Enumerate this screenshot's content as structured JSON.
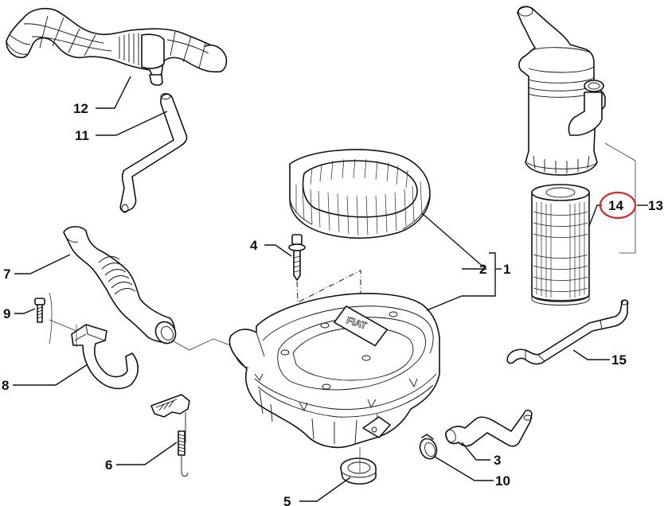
{
  "diagram": {
    "title": "Air filter assembly exploded view",
    "highlight_color": "#d42a2a",
    "highlighted_part": "14",
    "logo_text": "FIAT",
    "parts": [
      {
        "number": "1",
        "name": "Air filter housing assembly"
      },
      {
        "number": "2",
        "name": "Air filter element (panel ring)"
      },
      {
        "number": "3",
        "name": "Breather hose"
      },
      {
        "number": "4",
        "name": "Bolt"
      },
      {
        "number": "5",
        "name": "Drain plug"
      },
      {
        "number": "6",
        "name": "Clip with spring"
      },
      {
        "number": "7",
        "name": "Intake duct"
      },
      {
        "number": "8",
        "name": "Bracket"
      },
      {
        "number": "9",
        "name": "Screw"
      },
      {
        "number": "10",
        "name": "Hose clamp"
      },
      {
        "number": "11",
        "name": "Vent hose"
      },
      {
        "number": "12",
        "name": "Intake hose with resonator"
      },
      {
        "number": "13",
        "name": "Cylindrical air filter assembly"
      },
      {
        "number": "14",
        "name": "Cylindrical filter cartridge"
      },
      {
        "number": "15",
        "name": "Pipe"
      }
    ]
  }
}
